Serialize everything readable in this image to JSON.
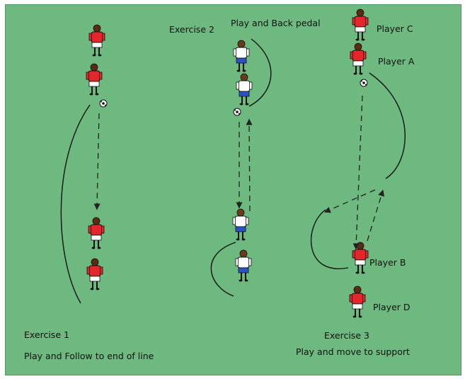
{
  "colors": {
    "pitch": "#6db97f",
    "red_shirt": "#e2262b",
    "blue_shorts": "#2c52c8",
    "white": "#ffffff",
    "line": "#111111"
  },
  "exercise1": {
    "title": "Exercise 1",
    "subtitle": "Play and Follow to end of line"
  },
  "exercise2": {
    "title": "Exercise 2",
    "subtitle": "Play and Back pedal"
  },
  "exercise3": {
    "title": "Exercise 3",
    "subtitle": "Play and move to support",
    "players": {
      "a": "Player A",
      "b": "Player B",
      "c": "Player C",
      "d": "Player D"
    }
  }
}
